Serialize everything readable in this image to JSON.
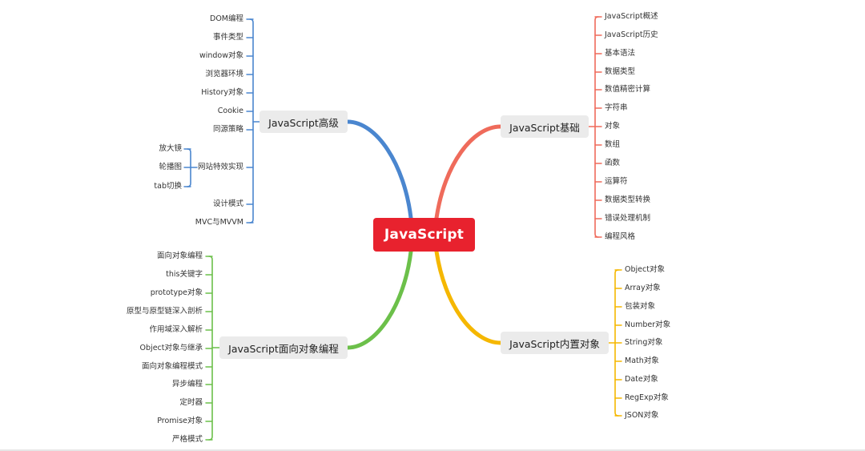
{
  "colors": {
    "root": "#e8222e",
    "blue": "#4a86cf",
    "red": "#ef6b5b",
    "green": "#6cc04a",
    "yellow": "#f5b700"
  },
  "root": {
    "label": "JavaScript"
  },
  "branches": {
    "advanced": {
      "label": "JavaScript高级",
      "items": [
        "DOM编程",
        "事件类型",
        "window对象",
        "浏览器环境",
        "History对象",
        "Cookie",
        "同源策略",
        "网站特效实现",
        "设计模式",
        "MVC与MVVM"
      ],
      "sub": [
        "放大镜",
        "轮播图",
        "tab切换"
      ]
    },
    "basics": {
      "label": "JavaScript基础",
      "items": [
        "JavaScript概述",
        "JavaScript历史",
        "基本语法",
        "数据类型",
        "数值精密计算",
        "字符串",
        "对象",
        "数组",
        "函数",
        "运算符",
        "数据类型转换",
        "错误处理机制",
        "编程风格"
      ]
    },
    "oop": {
      "label": "JavaScript面向对象编程",
      "items": [
        "面向对象编程",
        "this关键字",
        "prototype对象",
        "原型与原型链深入剖析",
        "作用域深入解析",
        "Object对象与继承",
        "面向对象编程模式",
        "异步编程",
        "定时器",
        "Promise对象",
        "严格模式"
      ]
    },
    "builtin": {
      "label": "JavaScript内置对象",
      "items": [
        "Object对象",
        "Array对象",
        "包装对象",
        "Number对象",
        "String对象",
        "Math对象",
        "Date对象",
        "RegExp对象",
        "JSON对象"
      ]
    }
  }
}
